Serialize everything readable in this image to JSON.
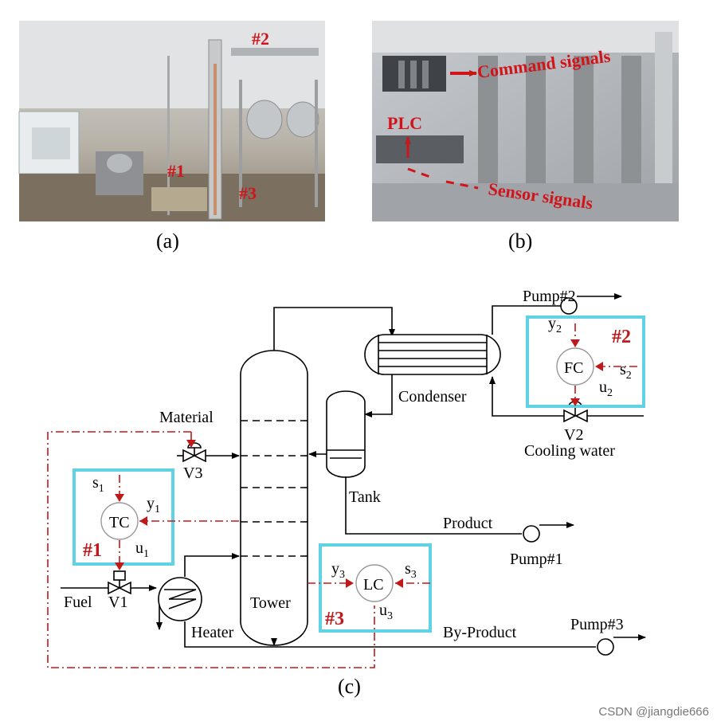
{
  "photos": {
    "a": {
      "caption": "(a)",
      "markers": [
        "#2",
        "#1",
        "#3"
      ]
    },
    "b": {
      "caption": "(b)",
      "plc": "PLC",
      "command": "Command signals",
      "sensor": "Sensor signals"
    }
  },
  "diagram": {
    "caption": "(c)",
    "pump2": "Pump#2",
    "pump1": "Pump#1",
    "pump3": "Pump#3",
    "condenser": "Condenser",
    "tank": "Tank",
    "tower": "Tower",
    "heater": "Heater",
    "material": "Material",
    "fuel": "Fuel",
    "product": "Product",
    "byproduct": "By-Product",
    "cooling": "Cooling water",
    "v1": "V1",
    "v2": "V2",
    "v3": "V3",
    "tc": "TC",
    "fc": "FC",
    "lc": "LC",
    "loop1": "#1",
    "loop2": "#2",
    "loop3": "#3",
    "s1": "s",
    "s1sub": "1",
    "y1": "y",
    "y1sub": "1",
    "u1": "u",
    "u1sub": "1",
    "y2": "y",
    "y2sub": "2",
    "s2": "s",
    "s2sub": "2",
    "u2": "u",
    "u2sub": "2",
    "y3": "y",
    "y3sub": "3",
    "s3": "s",
    "s3sub": "3",
    "u3": "u",
    "u3sub": "3"
  },
  "watermark": "CSDN @jiangdie666",
  "colors": {
    "loop_box": "#5fd3e3",
    "signal": "#c0191a",
    "line": "#000000"
  }
}
